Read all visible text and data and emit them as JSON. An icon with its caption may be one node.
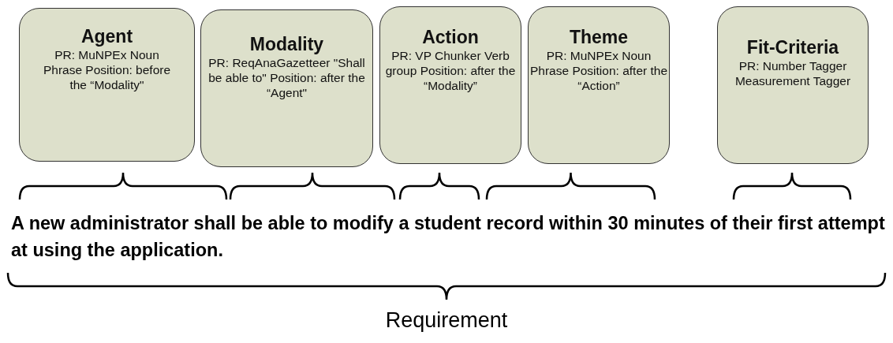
{
  "diagram": {
    "nodes": [
      {
        "text": [
          "Agent",
          "PR: MuNPEx Noun Phrase Position: before the “Modality\""
        ]
      },
      {
        "text": [
          "Modality",
          "PR: ReqAnaGazetteer \"Shall be able to\" Position: after the “Agent\""
        ]
      },
      {
        "text": [
          "Action",
          "PR: VP Chunker Verb group Position: after the “Modality”"
        ]
      },
      {
        "text": [
          "Theme",
          "PR: MuNPEx Noun Phrase Position: after the “Action”"
        ]
      },
      {
        "text": [
          "Fit-Criteria",
          "PR: Number Tagger Measurement Tagger"
        ]
      }
    ],
    "edges": [],
    "labels": [
      "A new administrator shall be able to modify a student record within 30 minutes of their first attempt at using the application.",
      "Requirement"
    ]
  }
}
